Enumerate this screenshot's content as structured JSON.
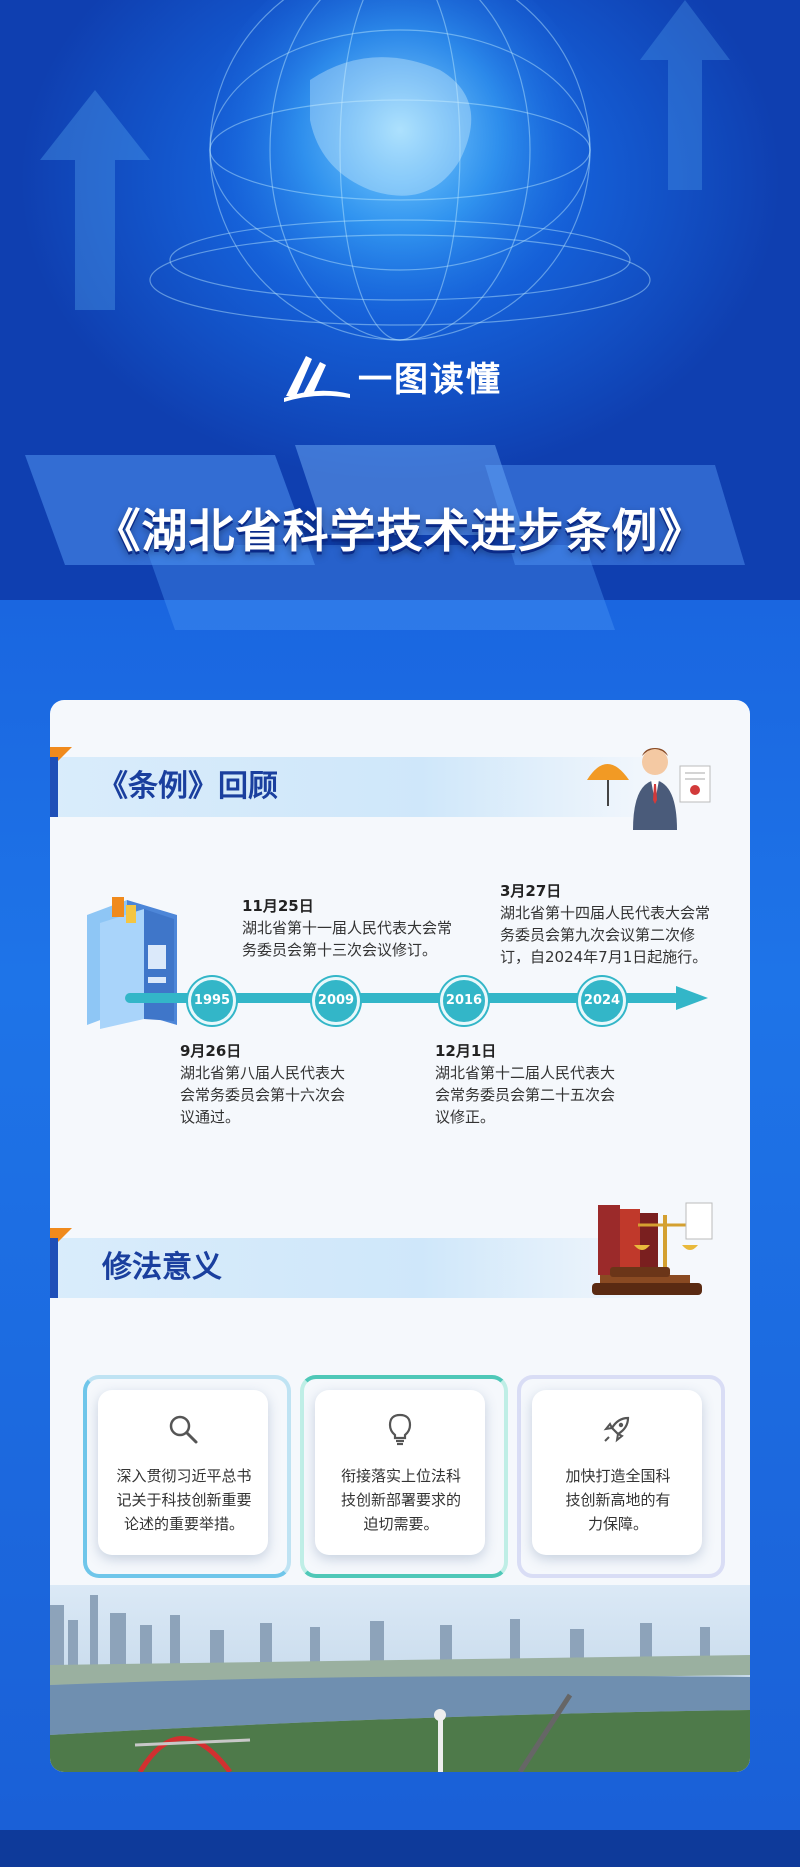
{
  "header": {
    "logo_text": "一图读懂",
    "title": "《湖北省科学技术进步条例》"
  },
  "review": {
    "section_title": "《条例》回顾",
    "events": [
      {
        "year": "1995",
        "date": "9月26日",
        "lines": [
          "湖北省第八届人民代表大",
          "会常务委员会第十六次会",
          "议通过。"
        ]
      },
      {
        "year": "2009",
        "date": "11月25日",
        "lines": [
          "湖北省第十一届人民代表大会常",
          "务委员会第十三次会议修订。"
        ]
      },
      {
        "year": "2016",
        "date": "12月1日",
        "lines": [
          "湖北省第十二届人民代表大",
          "会常务委员会第二十五次会",
          "议修正。"
        ]
      },
      {
        "year": "2024",
        "date": "3月27日",
        "lines": [
          "湖北省第十四届人民代表大会常",
          "务委员会第九次会议第二次修",
          "订，自2024年7月1日起施行。"
        ]
      }
    ]
  },
  "significance": {
    "section_title": "修法意义",
    "cards": [
      {
        "icon": "magnifier-icon",
        "lines": [
          "深入贯彻习近平总书",
          "记关于科技创新重要",
          "论述的重要举措。"
        ]
      },
      {
        "icon": "lightbulb-icon",
        "lines": [
          "衔接落实上位法科",
          "技创新部署要求的",
          "迫切需要。"
        ]
      },
      {
        "icon": "rocket-icon",
        "lines": [
          "加快打造全国科",
          "技创新高地的有",
          "力保障。"
        ]
      }
    ]
  },
  "colors": {
    "primary_blue": "#1a5fd6",
    "timeline_teal": "#33b6c8",
    "accent_orange": "#f08a1c",
    "heading_navy": "#1a3f9e"
  }
}
